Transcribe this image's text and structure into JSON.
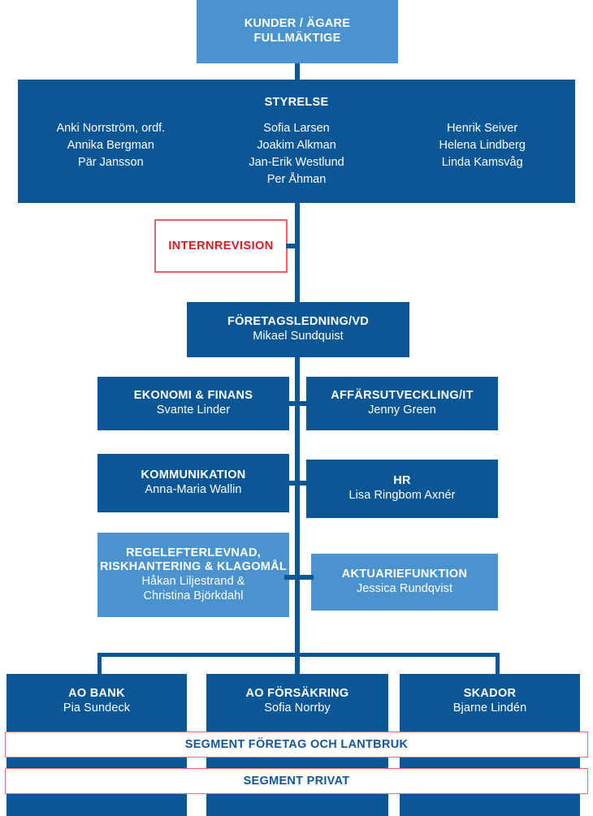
{
  "colors": {
    "dark_blue": "#0b5694",
    "light_blue": "#4a93cf",
    "red_border": "#e8646a",
    "red_text": "#e2191f",
    "segment_text": "#13559c",
    "white": "#ffffff"
  },
  "top": {
    "title_line1": "KUNDER / ÄGARE",
    "title_line2": "FULLMÄKTIGE"
  },
  "board": {
    "title": "STYRELSE",
    "columns": [
      [
        "Anki Norrström, ordf.",
        "Annika Bergman",
        "Pär Jansson"
      ],
      [
        "Sofia Larsen",
        "Joakim Alkman",
        "Jan-Erik Westlund",
        "Per Åhman"
      ],
      [
        "Henrik Seiver",
        "Helena Lindberg",
        "Linda Kamsvåg"
      ]
    ]
  },
  "audit": {
    "title": "INTERNREVISION"
  },
  "ceo": {
    "title": "FÖRETAGSLEDNING/VD",
    "person": "Mikael Sundquist"
  },
  "staff": [
    {
      "title": "EKONOMI & FINANS",
      "person": "Svante Linder",
      "tone": "dark",
      "side": "left"
    },
    {
      "title": "AFFÄRSUTVECKLING/IT",
      "person": "Jenny Green",
      "tone": "dark",
      "side": "right"
    },
    {
      "title": "KOMMUNIKATION",
      "person": "Anna-Maria Wallin",
      "tone": "dark",
      "side": "left"
    },
    {
      "title": "HR",
      "person": "Lisa Ringbom Axnér",
      "tone": "dark",
      "side": "right"
    },
    {
      "title_line1": "REGELEFTERLEVNAD,",
      "title_line2": "RISKHANTERING & KLAGOMÅL",
      "person_line1": "Håkan Liljestrand &",
      "person_line2": "Christina Björkdahl",
      "tone": "light",
      "side": "left"
    },
    {
      "title": "AKTUARIEFUNKTION",
      "person": "Jessica Rundqvist",
      "tone": "light",
      "side": "right"
    }
  ],
  "business_areas": [
    {
      "title": "AO BANK",
      "person": "Pia Sundeck"
    },
    {
      "title": "AO FÖRSÄKRING",
      "person": "Sofia Norrby"
    },
    {
      "title": "SKADOR",
      "person": "Bjarne Lindén"
    }
  ],
  "segments": [
    {
      "label": "SEGMENT FÖRETAG OCH LANTBRUK"
    },
    {
      "label": "SEGMENT PRIVAT"
    }
  ]
}
